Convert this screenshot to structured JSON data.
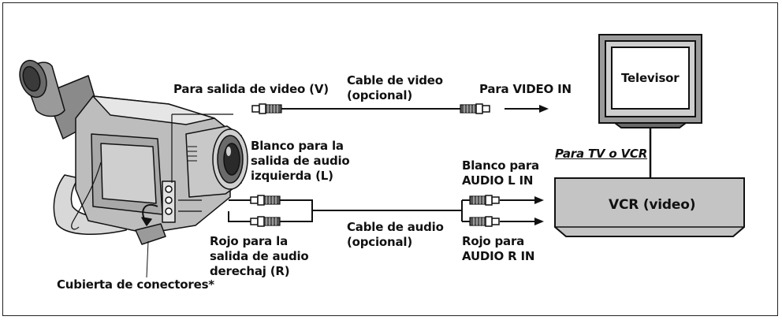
{
  "labels": {
    "video_out": "Para salida de video (V)",
    "video_cable": "Cable de video\n(opcional)",
    "video_in": "Para VIDEO IN",
    "tv": "Televisor",
    "white_left": "Blanco para la\nsalida de audio\nizquierda (L)",
    "white_audio_l_in": "Blanco para\nAUDIO L IN",
    "tv_or_vcr": "Para TV o VCR",
    "vcr": "VCR (video)",
    "audio_cable": "Cable de audio\n(opcional)",
    "red_right": "Rojo para la\nsalida de audio\nderechaj (R)",
    "red_audio_r_in": "Rojo para\nAUDIO R IN",
    "connector_cover": "Cubierta de conectores*"
  }
}
